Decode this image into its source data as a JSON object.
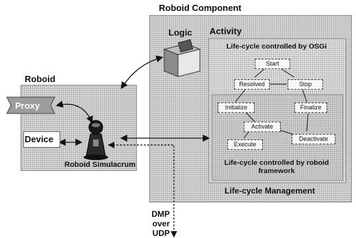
{
  "labels": {
    "roboid_component": "Roboid Component",
    "logic": "Logic",
    "activity": "Activity",
    "roboid": "Roboid",
    "proxy": "Proxy",
    "device": "Device",
    "roboid_simulacrum": "Roboid Simulacrum",
    "osgi_lifecycle": "Life-cycle controlled by OSGi",
    "framework_lifecycle": "Life-cycle controlled by roboid framework",
    "lifecycle_management": "Life-cycle Management",
    "dmp_line1": "DMP",
    "dmp_line2": "over UDP"
  },
  "states": {
    "start": "Start",
    "resolved": "Resolved",
    "stop": "Stop",
    "initialize": "Initialize",
    "finalize": "Finalize",
    "activate": "Activate",
    "execute": "Execute",
    "deactivate": "Deactivate"
  },
  "icons": {
    "logic": "component-box-icon",
    "proxy": "flag-banner-icon",
    "simulacrum": "robot-pawn-icon"
  }
}
